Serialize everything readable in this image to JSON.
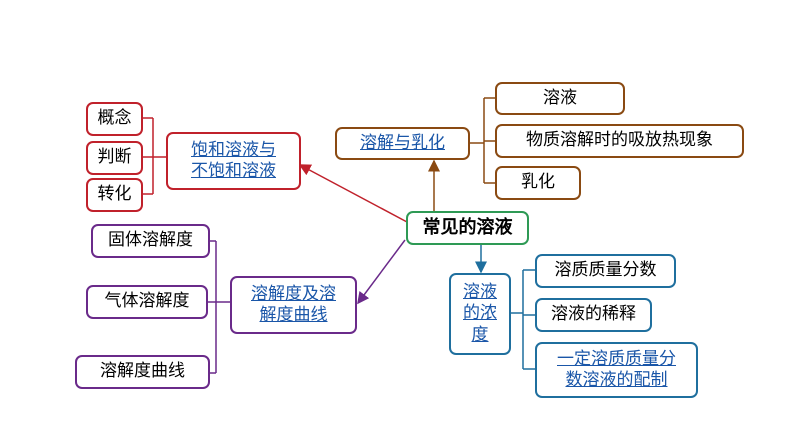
{
  "center": {
    "label": "常见的溶液"
  },
  "colors": {
    "red": "#c0212b",
    "brown": "#8a4a12",
    "purple": "#6a2a8a",
    "blue": "#1f6f9e",
    "green": "#2e9a55"
  },
  "branches": {
    "saturated": {
      "label_line1": "饱和溶液与",
      "label_line2": "不饱和溶液",
      "children": [
        "概念",
        "判断",
        "转化"
      ]
    },
    "dissolution": {
      "label": "溶解与乳化",
      "children": [
        "溶液",
        "物质溶解时的吸放热现象",
        "乳化"
      ]
    },
    "solubility": {
      "label_line1": "溶解度及溶",
      "label_line2": "解度曲线",
      "children": [
        "固体溶解度",
        "气体溶解度",
        "溶解度曲线"
      ]
    },
    "concentration": {
      "label_line1": "溶液",
      "label_line2": "的浓",
      "label_line3": "度",
      "children": [
        "溶质质量分数",
        "溶液的稀释"
      ],
      "linked_child_line1": "一定溶质质量分",
      "linked_child_line2": "数溶液的配制"
    }
  }
}
